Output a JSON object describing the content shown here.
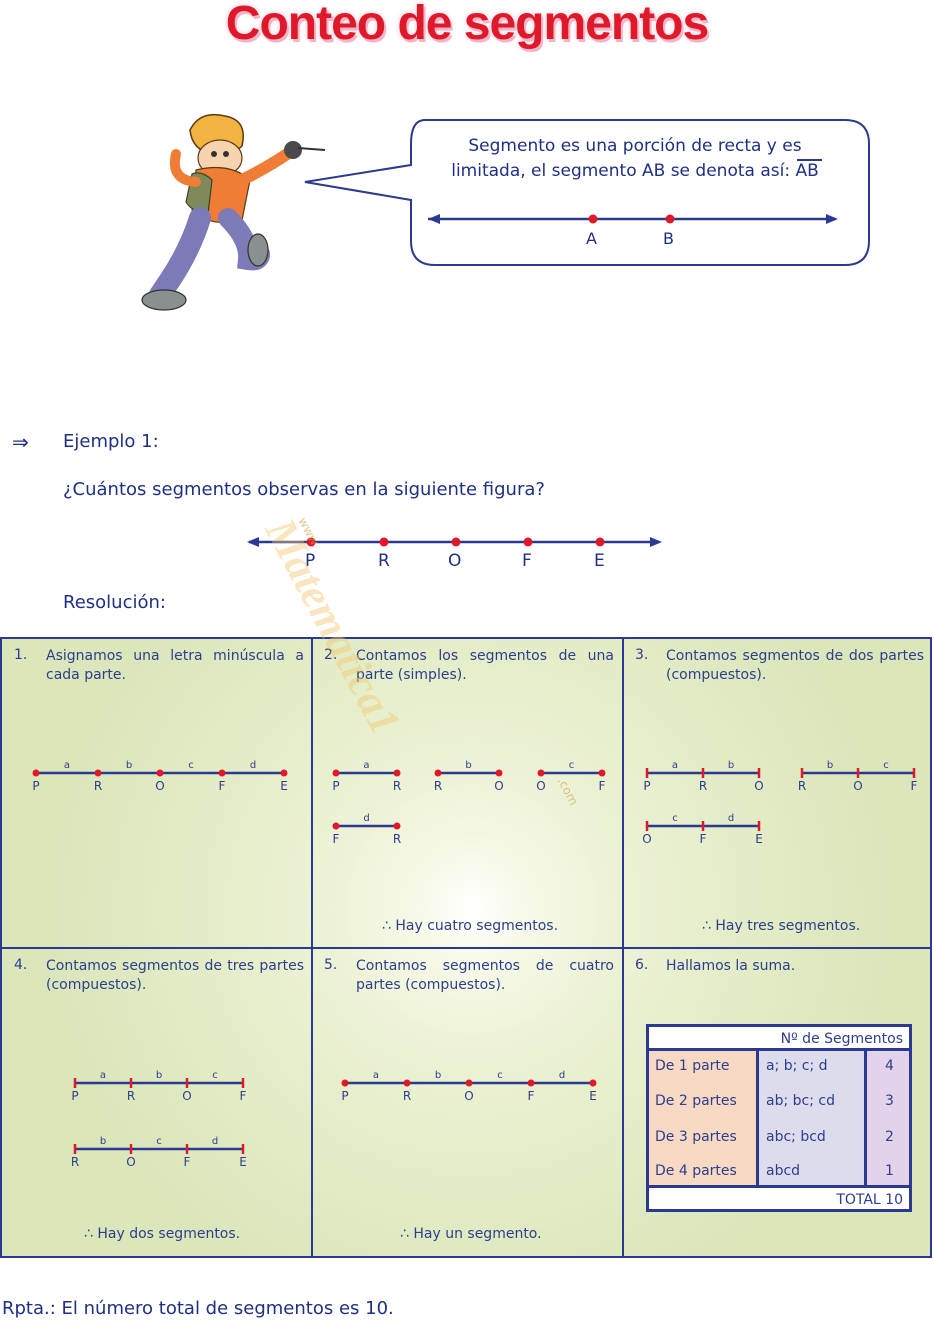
{
  "title": "Conteo de segmentos",
  "bubble": {
    "line1": "Segmento es una porción de recta y es",
    "line2_pre": "limitada, el segmento AB se denota así: ",
    "line2_notation": "AB",
    "points": [
      "A",
      "B"
    ]
  },
  "example": {
    "arrow": "⇒",
    "heading": "Ejemplo 1:",
    "question": "¿Cuántos segmentos observas en la siguiente figura?",
    "points": [
      "P",
      "R",
      "O",
      "F",
      "E"
    ],
    "resolution_label": "Resolución:"
  },
  "watermark": {
    "www": "www.",
    "main": "Matematica1",
    "com": ".com"
  },
  "steps": [
    {
      "num": "1.",
      "text": "Asignamos una letra minúscula a cada parte.",
      "conclusion": "",
      "parts": [
        "a",
        "b",
        "c",
        "d"
      ],
      "points": [
        "P",
        "R",
        "O",
        "F",
        "E"
      ]
    },
    {
      "num": "2.",
      "text": "Contamos los segmentos de una parte (simples).",
      "conclusion": "∴  Hay cuatro segmentos.",
      "segments": [
        {
          "part": "a",
          "ends": [
            "P",
            "R"
          ]
        },
        {
          "part": "b",
          "ends": [
            "R",
            "O"
          ]
        },
        {
          "part": "c",
          "ends": [
            "O",
            "F"
          ]
        },
        {
          "part": "d",
          "ends": [
            "F",
            "R"
          ]
        }
      ]
    },
    {
      "num": "3.",
      "text": "Contamos segmentos de dos partes (compuestos).",
      "conclusion": "∴  Hay tres segmentos.",
      "segments": [
        {
          "parts": [
            "a",
            "b"
          ],
          "points": [
            "P",
            "R",
            "O"
          ]
        },
        {
          "parts": [
            "b",
            "c"
          ],
          "points": [
            "R",
            "O",
            "F"
          ]
        },
        {
          "parts": [
            "c",
            "d"
          ],
          "points": [
            "O",
            "F",
            "E"
          ]
        }
      ]
    },
    {
      "num": "4.",
      "text": "Contamos segmentos de tres partes (compuestos).",
      "conclusion": "∴  Hay dos segmentos.",
      "segments": [
        {
          "parts": [
            "a",
            "b",
            "c"
          ],
          "points": [
            "P",
            "R",
            "O",
            "F"
          ]
        },
        {
          "parts": [
            "b",
            "c",
            "d"
          ],
          "points": [
            "R",
            "O",
            "F",
            "E"
          ]
        }
      ]
    },
    {
      "num": "5.",
      "text": "Contamos segmentos de cuatro partes (compuestos).",
      "conclusion": "∴  Hay un segmento.",
      "segments": [
        {
          "parts": [
            "a",
            "b",
            "c",
            "d"
          ],
          "points": [
            "P",
            "R",
            "O",
            "F",
            "E"
          ]
        }
      ]
    },
    {
      "num": "6.",
      "text": "Hallamos la suma.",
      "conclusion": ""
    }
  ],
  "table": {
    "header": "Nº de Segmentos",
    "rows": [
      {
        "label": "De 1 parte",
        "list": "a; b; c; d",
        "count": "4"
      },
      {
        "label": "De 2 partes",
        "list": "ab; bc; cd",
        "count": "3"
      },
      {
        "label": "De 3 partes",
        "list": "abc; bcd",
        "count": "2"
      },
      {
        "label": "De 4 partes",
        "list": "abcd",
        "count": "1"
      }
    ],
    "total": "TOTAL 10"
  },
  "answer": "Rpta.: El número total de segmentos es 10.",
  "colors": {
    "title": "#e0192a",
    "line": "#2b3990",
    "point": "#e0192a",
    "text": "#1f2f85",
    "label_col": "#f8d9c4",
    "list_col": "#dcdcec",
    "count_col": "#e2d2ea"
  }
}
